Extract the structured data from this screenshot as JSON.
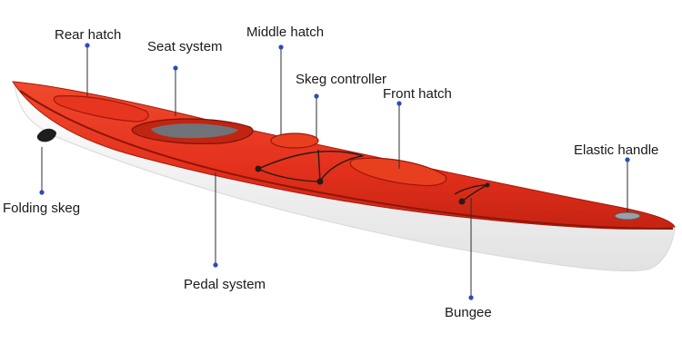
{
  "diagram": {
    "subject": "kayak",
    "colors": {
      "hull_deck": "#e8321e",
      "hull_deck_dark": "#b01a0c",
      "hull_bottom": "#f4f4f4",
      "leader_line": "#2c2c2c",
      "leader_dot": "#2f49b8",
      "bungee": "#2a1a14"
    },
    "labels": {
      "rear_hatch": "Rear hatch",
      "seat_system": "Seat system",
      "middle_hatch": "Middle hatch",
      "skeg_controller": "Skeg controller",
      "front_hatch": "Front hatch",
      "elastic_handle": "Elastic handle",
      "folding_skeg": "Folding skeg",
      "pedal_system": "Pedal system",
      "bungee": "Bungee"
    }
  }
}
